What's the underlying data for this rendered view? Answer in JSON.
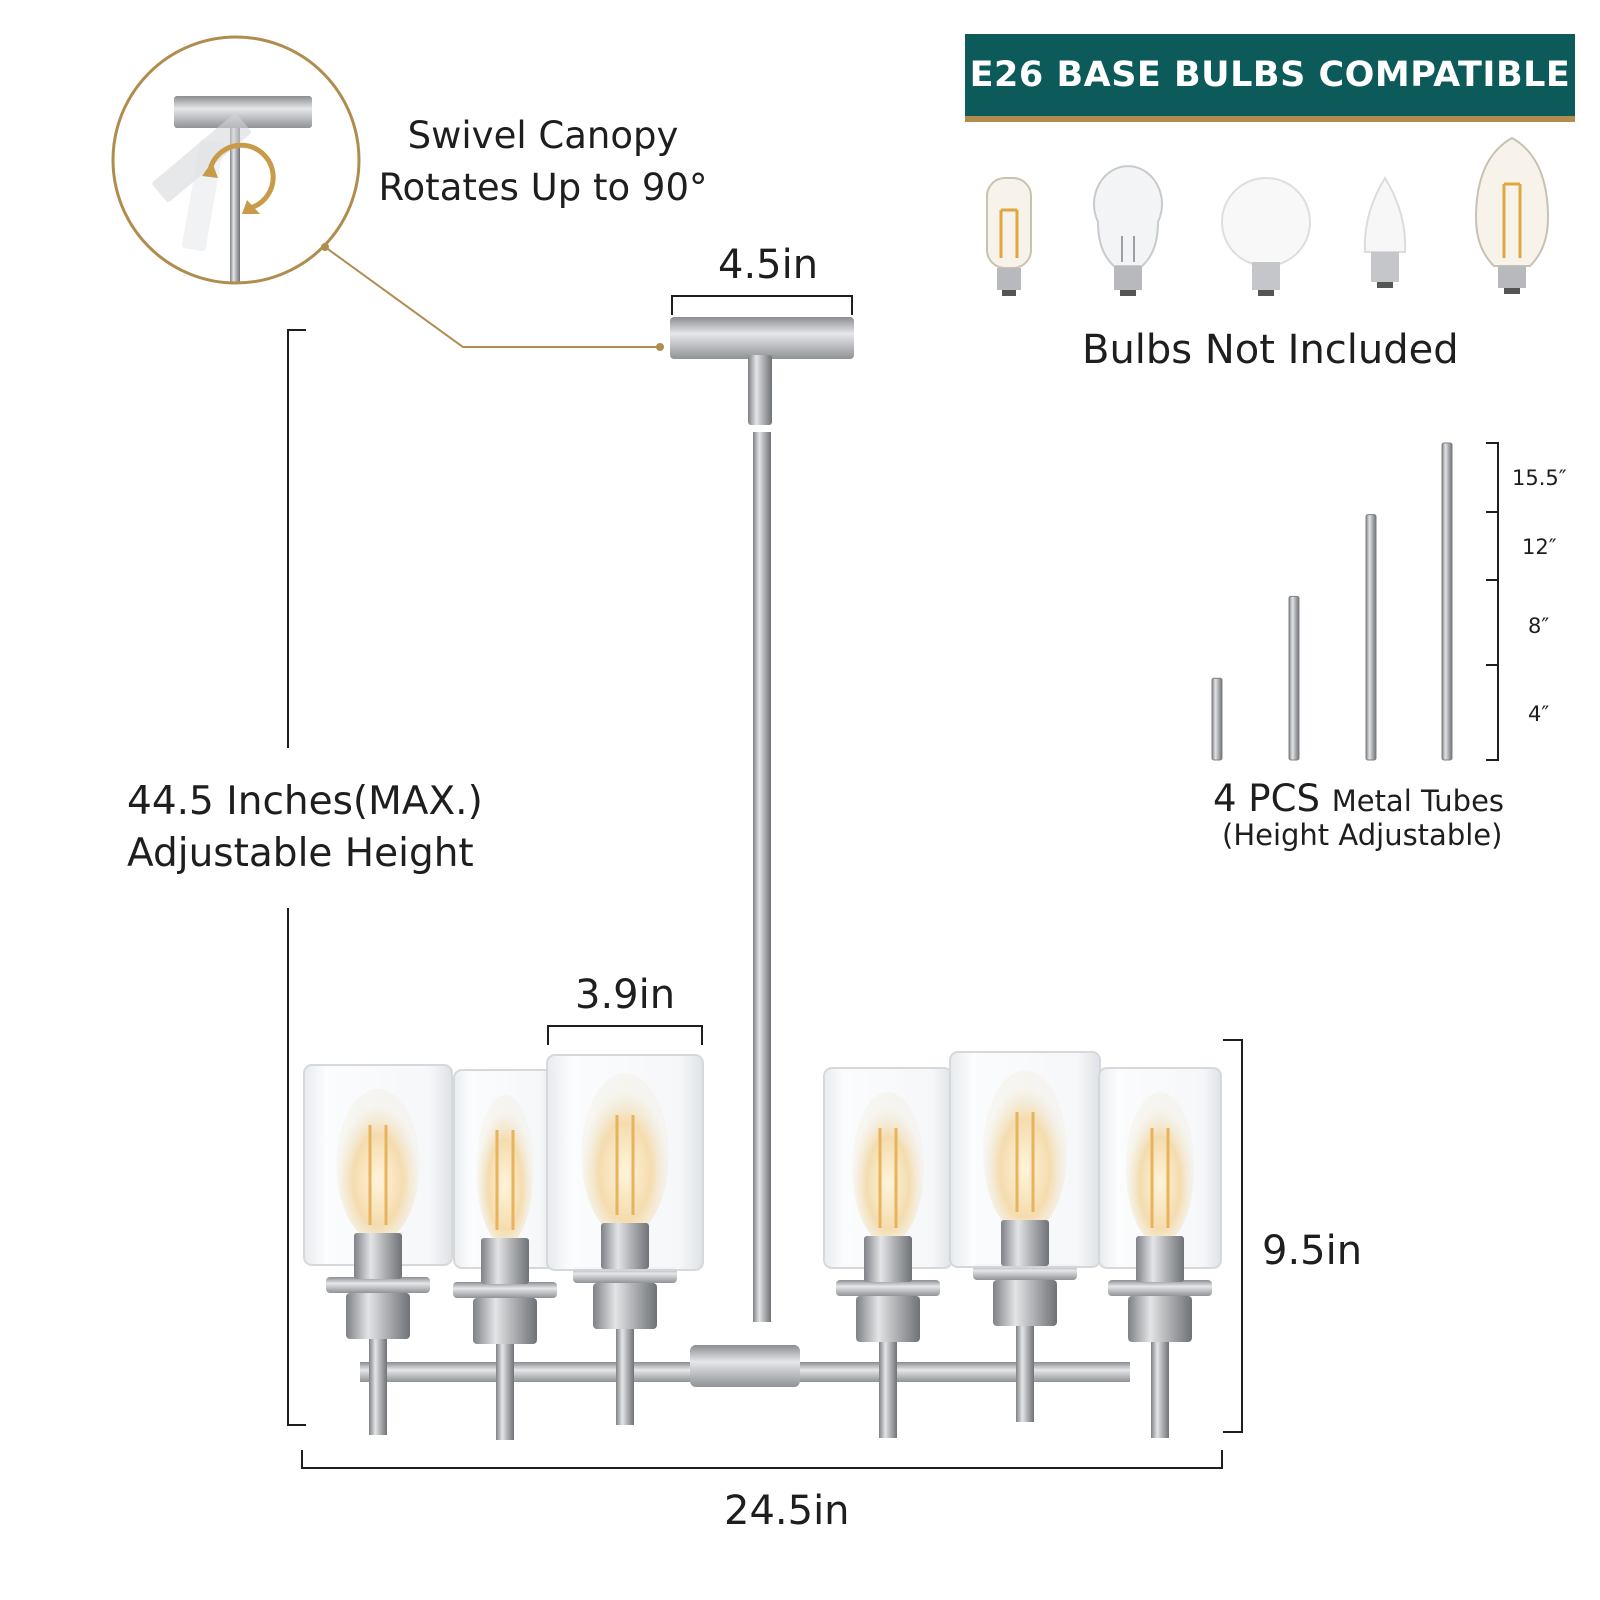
{
  "badge": {
    "label": "E26 BASE BULBS COMPATIBLE"
  },
  "canopy_note": {
    "line1": "Swivel Canopy",
    "line2": "Rotates Up to 90°"
  },
  "bulbs_note": "Bulbs Not Included",
  "height_label": {
    "line1": "44.5 Inches(MAX.)",
    "line2": "Adjustable Height"
  },
  "dimensions": {
    "canopy_width": "4.5in",
    "shade_width": "3.9in",
    "body_height": "9.5in",
    "total_width": "24.5in"
  },
  "tubes": {
    "count_label": "4 PCS",
    "name_label": "Metal Tubes",
    "sub_label": "(Height Adjustable)",
    "lengths": [
      "15.5″",
      "12″",
      "8″",
      "4″"
    ],
    "length_values_in": [
      4,
      8,
      12,
      15.5
    ]
  },
  "bulb_icons": [
    "tubular-edison-bulb-icon",
    "a19-clear-bulb-icon",
    "globe-bulb-icon",
    "candle-bulb-icon",
    "st64-edison-bulb-icon"
  ],
  "colors": {
    "badge_bg": "#0c5a5a",
    "accent_gold": "#b08d4e",
    "metal": "#a9acb0",
    "text": "#1e1e1e"
  }
}
